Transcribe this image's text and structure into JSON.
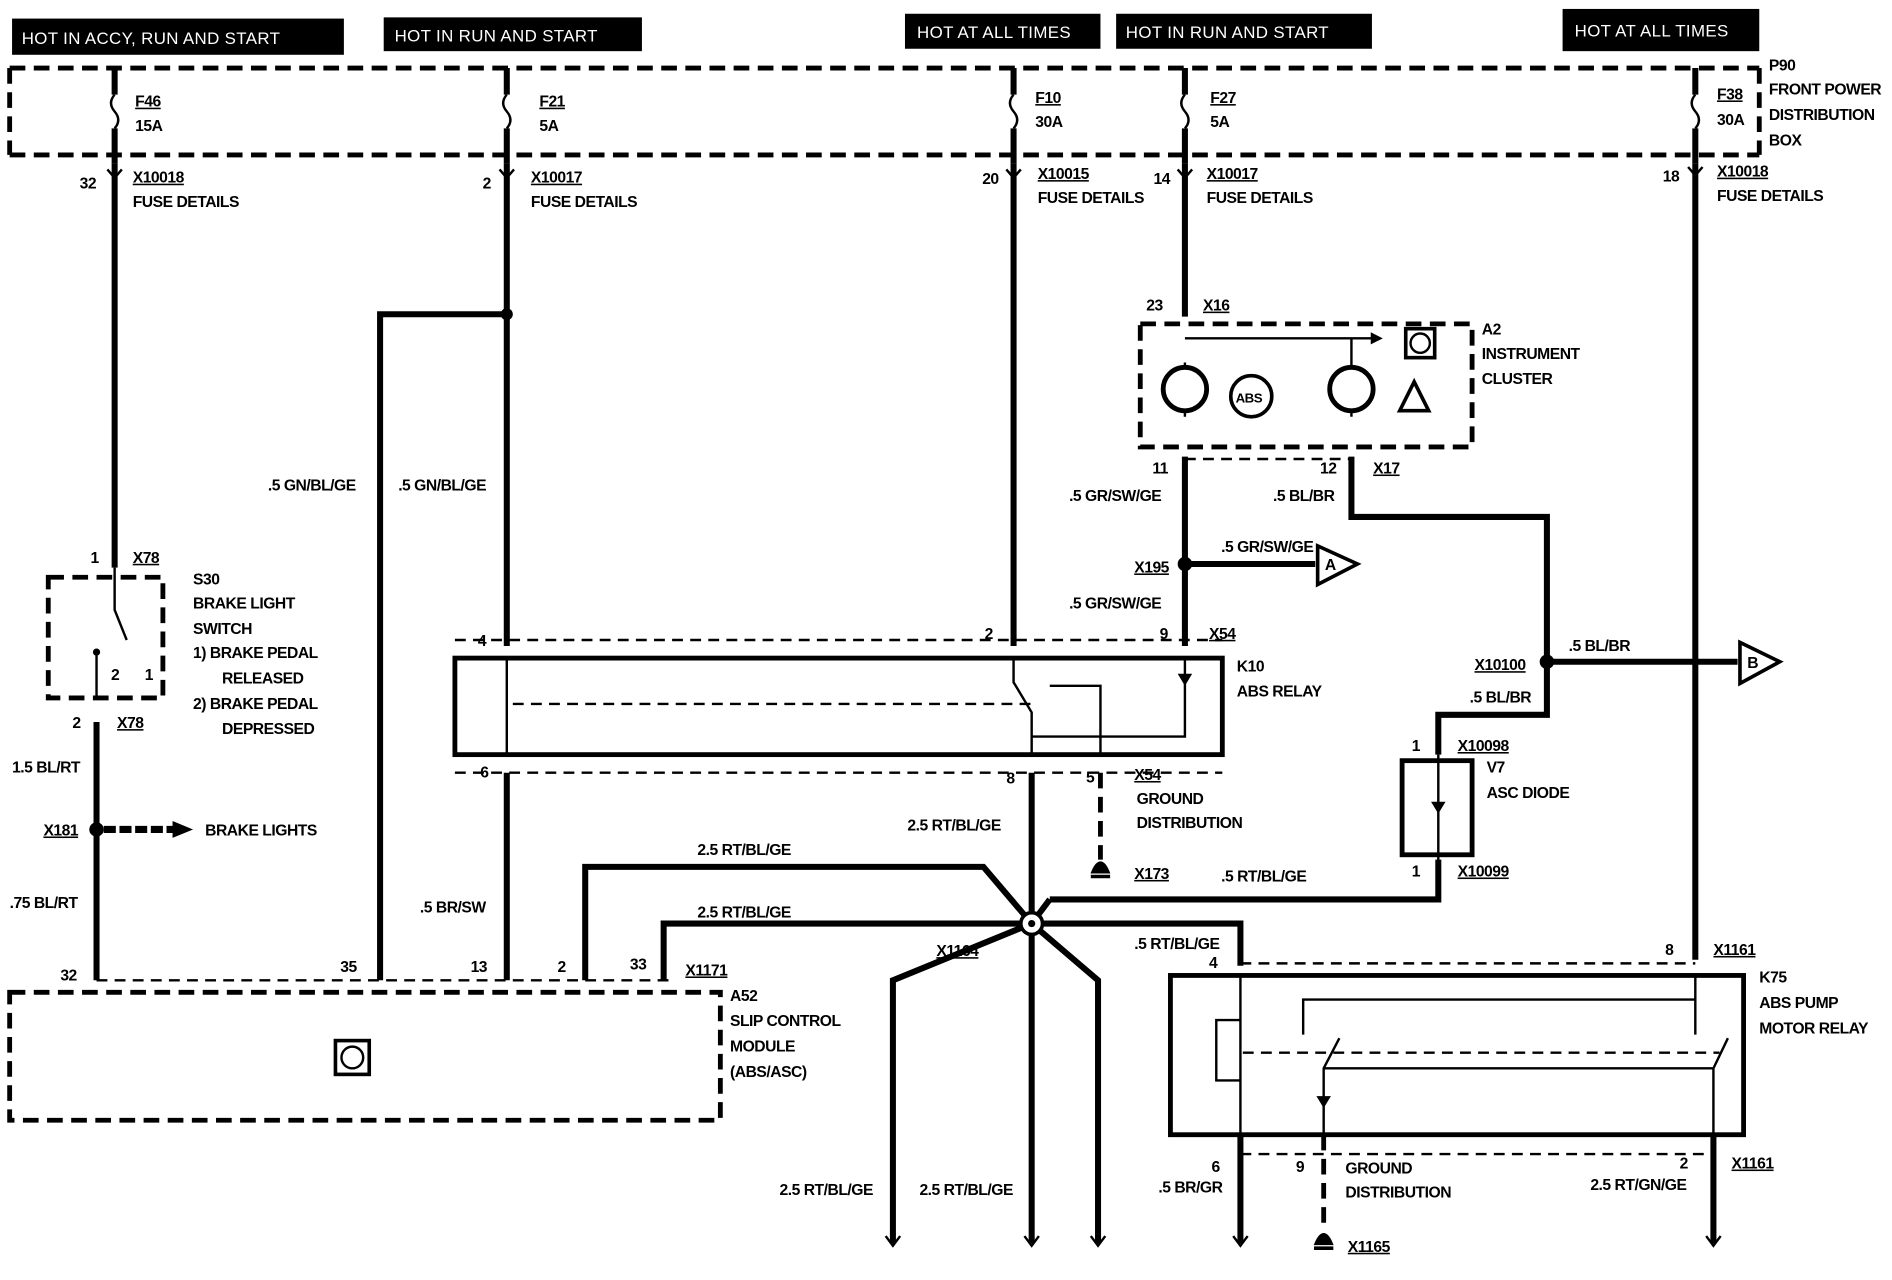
{
  "power_feeds": [
    "HOT IN ACCY, RUN AND START",
    "HOT IN RUN AND START",
    "HOT AT ALL TIMES",
    "HOT IN RUN AND START",
    "HOT AT ALL TIMES"
  ],
  "fuse_box": {
    "id": "P90",
    "name_lines": [
      "FRONT POWER",
      "DISTRIBUTION",
      "BOX"
    ]
  },
  "fuses": [
    {
      "id": "F46",
      "rating": "15A",
      "pin": "32",
      "connector": "X10018",
      "note": "FUSE DETAILS"
    },
    {
      "id": "F21",
      "rating": "5A",
      "pin": "2",
      "connector": "X10017",
      "note": "FUSE DETAILS"
    },
    {
      "id": "F10",
      "rating": "30A",
      "pin": "20",
      "connector": "X10015",
      "note": "FUSE DETAILS"
    },
    {
      "id": "F27",
      "rating": "5A",
      "pin": "14",
      "connector": "X10017",
      "note": "FUSE DETAILS"
    },
    {
      "id": "F38",
      "rating": "30A",
      "pin": "18",
      "connector": "X10018",
      "note": "FUSE DETAILS"
    }
  ],
  "s30": {
    "id": "S30",
    "lines": [
      "BRAKE LIGHT",
      "SWITCH",
      "1)  BRAKE PEDAL",
      "RELEASED",
      "2)  BRAKE PEDAL",
      "DEPRESSED"
    ],
    "connector": "X78",
    "pin_top": "1",
    "pin_bottom": "2",
    "inner_pins": [
      "2",
      "1"
    ]
  },
  "brake_lights": {
    "splice": "X181",
    "label": "BRAKE LIGHTS"
  },
  "instrument_cluster": {
    "id": "A2",
    "lines": [
      "INSTRUMENT",
      "CLUSTER"
    ],
    "connector_in": "X16",
    "pin_in": "23",
    "pin_out_1": "11",
    "pin_out_2": "12",
    "connector_out": "X17",
    "abs_lamp": "ABS"
  },
  "k10": {
    "id": "K10",
    "name": "ABS RELAY",
    "connector": "X54",
    "pins": {
      "p4": "4",
      "p2": "2",
      "p9": "9",
      "p6": "6",
      "p8": "8",
      "p5": "5"
    }
  },
  "ground_k10": {
    "connector": "X54",
    "lines": [
      "GROUND",
      "DISTRIBUTION"
    ],
    "ground": "X173"
  },
  "splice_x195": {
    "id": "X195",
    "wire": ".5 GR/SW/GE",
    "flag": "A"
  },
  "splice_x10100": {
    "id": "X10100",
    "wire": ".5 BL/BR",
    "flag": "B"
  },
  "v7": {
    "id": "V7",
    "name": "ASC DIODE",
    "conn_top": "X10098",
    "conn_bottom": "X10099",
    "pin_top": "1",
    "pin_bottom": "1"
  },
  "a52": {
    "id": "A52",
    "lines": [
      "SLIP CONTROL",
      "MODULE",
      "(ABS/ASC)"
    ],
    "connector": "X1171",
    "pins": [
      "32",
      "35",
      "13",
      "2",
      "33"
    ]
  },
  "k75": {
    "id": "K75",
    "lines": [
      "ABS PUMP",
      "MOTOR RELAY"
    ],
    "connector": "X1161",
    "pins": {
      "p4": "4",
      "p8": "8",
      "p6": "6",
      "p9": "9",
      "p2": "2"
    }
  },
  "ground_k75": {
    "lines": [
      "GROUND",
      "DISTRIBUTION"
    ],
    "ground": "X1165"
  },
  "splice_x1164": "X1164",
  "wires": {
    "gn_bl_ge_1": ".5 GN/BL/GE",
    "gn_bl_ge_2": ".5 GN/BL/GE",
    "bl_rt_15": "1.5 BL/RT",
    "bl_rt_75": ".75 BL/RT",
    "br_sw": ".5 BR/SW",
    "gr_sw_ge_1": ".5 GR/SW/GE",
    "gr_sw_ge_2": ".5 GR/SW/GE",
    "bl_br_1": ".5 BL/BR",
    "bl_br_2": ".5 BL/BR",
    "rt_bl_ge_k10": "2.5 RT/BL/GE",
    "rt_bl_ge_a52_2": "2.5 RT/BL/GE",
    "rt_bl_ge_a52_33": "2.5 RT/BL/GE",
    "rt_bl_ge_v7": ".5 RT/BL/GE",
    "rt_bl_ge_k75": ".5 RT/BL/GE",
    "rt_bl_ge_bot_1": "2.5 RT/BL/GE",
    "rt_bl_ge_bot_2": "2.5 RT/BL/GE",
    "br_gr": ".5 BR/GR",
    "rt_gn_ge": "2.5 RT/GN/GE"
  }
}
